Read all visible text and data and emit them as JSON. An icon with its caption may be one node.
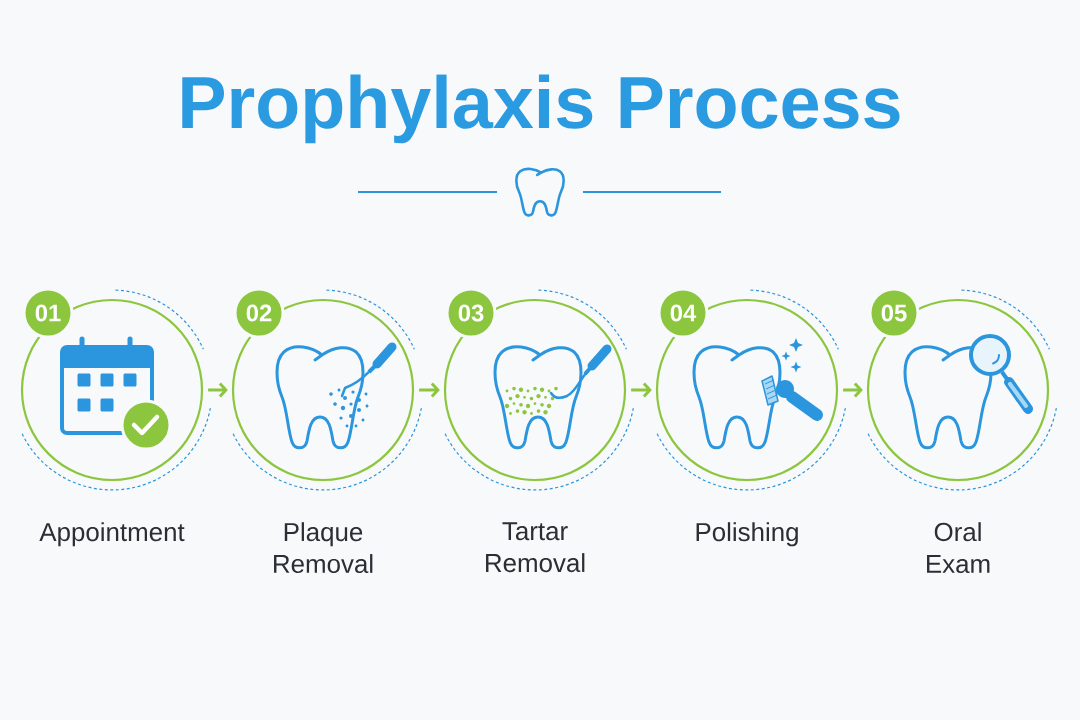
{
  "diagram": {
    "title": "Prophylaxis Process",
    "nodes": [
      {
        "text": [
          "01",
          "Appointment"
        ]
      },
      {
        "text": [
          "02",
          "Plaque Removal"
        ]
      },
      {
        "text": [
          "03",
          "Tartar Removal"
        ]
      },
      {
        "text": [
          "04",
          "Polishing"
        ]
      },
      {
        "text": [
          "05",
          "Oral Exam"
        ]
      }
    ],
    "edges": [
      {
        "from": 0,
        "to": 1,
        "arrow": "to"
      },
      {
        "from": 1,
        "to": 2,
        "arrow": "to"
      },
      {
        "from": 2,
        "to": 3,
        "arrow": "to"
      },
      {
        "from": 3,
        "to": 4,
        "arrow": "to"
      }
    ]
  }
}
